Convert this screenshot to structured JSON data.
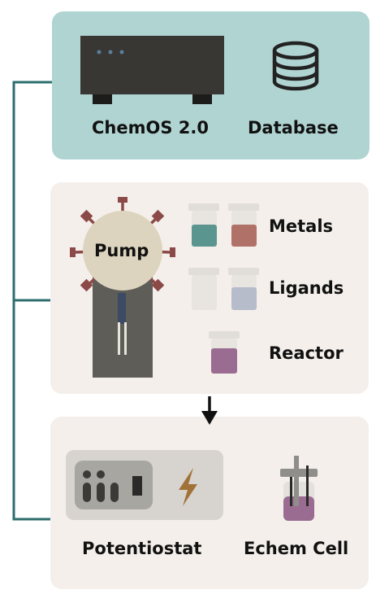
{
  "top": {
    "chemos_label": "ChemOS 2.0",
    "database_label": "Database"
  },
  "mid": {
    "pump_label": "Pump",
    "metals_label": "Metals",
    "ligands_label": "Ligands",
    "reactor_label": "Reactor"
  },
  "bot": {
    "potentiostat_label": "Potentiostat",
    "echem_label": "Echem Cell"
  },
  "colors": {
    "teal_panel": "#b0d4d2",
    "beige_panel": "#f4efea",
    "connector": "#2d6e6e",
    "metal_green": "#5a9590",
    "metal_red": "#b07168",
    "ligand": "#b7bccb",
    "reactor": "#9a6c92",
    "pump_body": "#dcd4bf",
    "pump_spikes": "#8b4a48",
    "bolt": "#a17238"
  },
  "icons": [
    "server-icon",
    "database-icon",
    "pump-icon",
    "vial-icon",
    "arrow-down-icon",
    "potentiostat-icon",
    "lightning-bolt-icon",
    "echem-cell-icon"
  ]
}
